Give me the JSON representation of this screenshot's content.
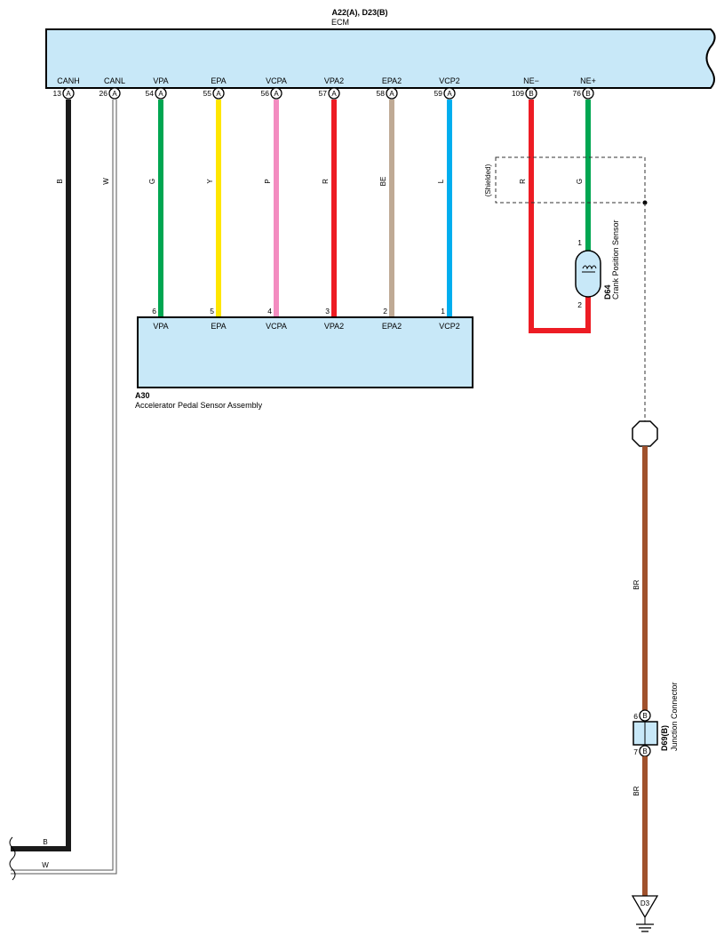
{
  "ecm": {
    "title": "A22(A), D23(B)",
    "name": "ECM"
  },
  "ecm_pins": [
    {
      "label": "CANH",
      "num": "13",
      "conn": "A"
    },
    {
      "label": "CANL",
      "num": "26",
      "conn": "A"
    },
    {
      "label": "VPA",
      "num": "54",
      "conn": "A"
    },
    {
      "label": "EPA",
      "num": "55",
      "conn": "A"
    },
    {
      "label": "VCPA",
      "num": "56",
      "conn": "A"
    },
    {
      "label": "VPA2",
      "num": "57",
      "conn": "A"
    },
    {
      "label": "EPA2",
      "num": "58",
      "conn": "A"
    },
    {
      "label": "VCP2",
      "num": "59",
      "conn": "A"
    },
    {
      "label": "NE−",
      "num": "109",
      "conn": "B"
    },
    {
      "label": "NE+",
      "num": "76",
      "conn": "B"
    }
  ],
  "wires": [
    {
      "color_code": "B",
      "color": "#1a1a1a"
    },
    {
      "color_code": "W",
      "color": "#ffffff"
    },
    {
      "color_code": "G",
      "color": "#00a651"
    },
    {
      "color_code": "Y",
      "color": "#ffe600"
    },
    {
      "color_code": "P",
      "color": "#f38cc0"
    },
    {
      "color_code": "R",
      "color": "#ed1c24"
    },
    {
      "color_code": "BE",
      "color": "#bfaa95"
    },
    {
      "color_code": "L",
      "color": "#00aeef"
    },
    {
      "color_code": "R",
      "color": "#ed1c24"
    },
    {
      "color_code": "G",
      "color": "#00a651"
    }
  ],
  "shield_label": "(Shielded)",
  "accel_sensor": {
    "id": "A30",
    "name": "Accelerator Pedal Sensor Assembly",
    "pins": [
      {
        "num": "6",
        "label": "VPA"
      },
      {
        "num": "5",
        "label": "EPA"
      },
      {
        "num": "4",
        "label": "VCPA"
      },
      {
        "num": "3",
        "label": "VPA2"
      },
      {
        "num": "2",
        "label": "EPA2"
      },
      {
        "num": "1",
        "label": "VCP2"
      }
    ]
  },
  "crank_sensor": {
    "id": "D64",
    "name": "Crank Position Sensor",
    "pin_top": "1",
    "pin_bottom": "2"
  },
  "junction": {
    "id": "D69(B)",
    "name": "Junction Connector",
    "pin_top": "6",
    "pin_bottom": "7",
    "conn": "B"
  },
  "ground_wire": {
    "color_code": "BR",
    "color": "#a0522d"
  },
  "ground": {
    "id": "D3"
  },
  "left_labels": {
    "b": "B",
    "w": "W"
  },
  "colors": {
    "box_fill": "#c8e8f8",
    "box_stroke": "#000000"
  }
}
